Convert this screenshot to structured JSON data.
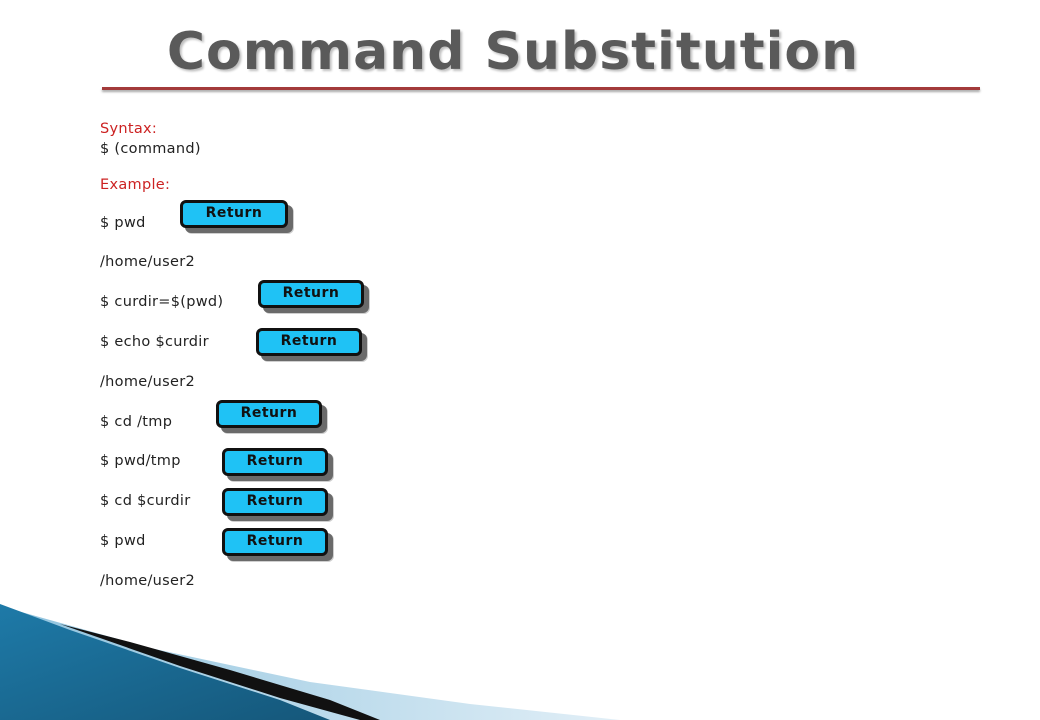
{
  "slide": {
    "title": "Command Substitution",
    "lines": [
      {
        "text": "Syntax:",
        "style": "red"
      },
      {
        "text": "$ (command)",
        "style": "normal"
      },
      {
        "text": "Example:",
        "style": "red"
      },
      {
        "text": "$ pwd",
        "style": "normal"
      },
      {
        "text": "/home/user2",
        "style": "normal"
      },
      {
        "text": "$ curdir=$(pwd)",
        "style": "normal"
      },
      {
        "text": "$ echo $curdir",
        "style": "normal"
      },
      {
        "text": "/home/user2",
        "style": "normal"
      },
      {
        "text": "$ cd /tmp",
        "style": "normal"
      },
      {
        "text": "$ pwd/tmp",
        "style": "normal"
      },
      {
        "text": "$ cd $curdir",
        "style": "normal"
      },
      {
        "text": "$ pwd",
        "style": "normal"
      },
      {
        "text": "/home/user2",
        "style": "normal"
      }
    ],
    "buttons": [
      {
        "label": "Return"
      },
      {
        "label": "Return"
      },
      {
        "label": "Return"
      },
      {
        "label": "Return"
      },
      {
        "label": "Return"
      },
      {
        "label": "Return"
      },
      {
        "label": "Return"
      }
    ]
  },
  "colors": {
    "title": "#5a5a5a",
    "rule": "#a33a3a",
    "label_red": "#cc2222",
    "button_fill": "#1fc2f5",
    "deco_dark_blue": "#1b6e9a",
    "deco_light_blue": "#a9cfe4"
  }
}
